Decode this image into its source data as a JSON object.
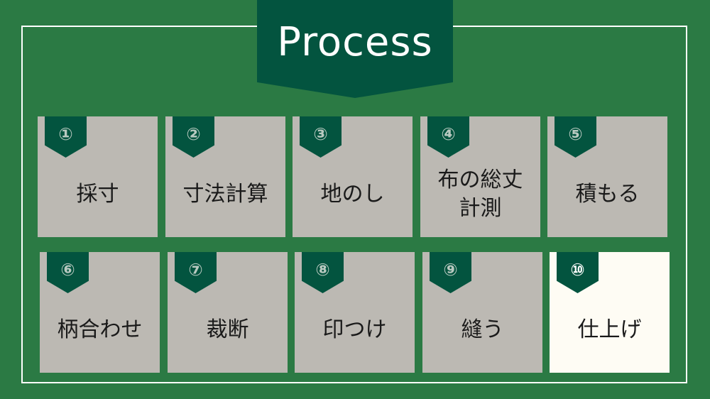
{
  "title": "Process",
  "steps": [
    {
      "number": "①",
      "label": "採寸"
    },
    {
      "number": "②",
      "label": "寸法計算"
    },
    {
      "number": "③",
      "label": "地のし"
    },
    {
      "number": "④",
      "label": "布の総丈計測"
    },
    {
      "number": "⑤",
      "label": "積もる"
    },
    {
      "number": "⑥",
      "label": "柄合わせ"
    },
    {
      "number": "⑦",
      "label": "裁断"
    },
    {
      "number": "⑧",
      "label": "印つけ"
    },
    {
      "number": "⑨",
      "label": "縫う"
    },
    {
      "number": "⑩",
      "label": "仕上げ"
    }
  ],
  "colors": {
    "background": "#2b7a44",
    "banner": "#03543f",
    "card": "#bcb9b3",
    "card_highlight": "#fefcf4"
  }
}
